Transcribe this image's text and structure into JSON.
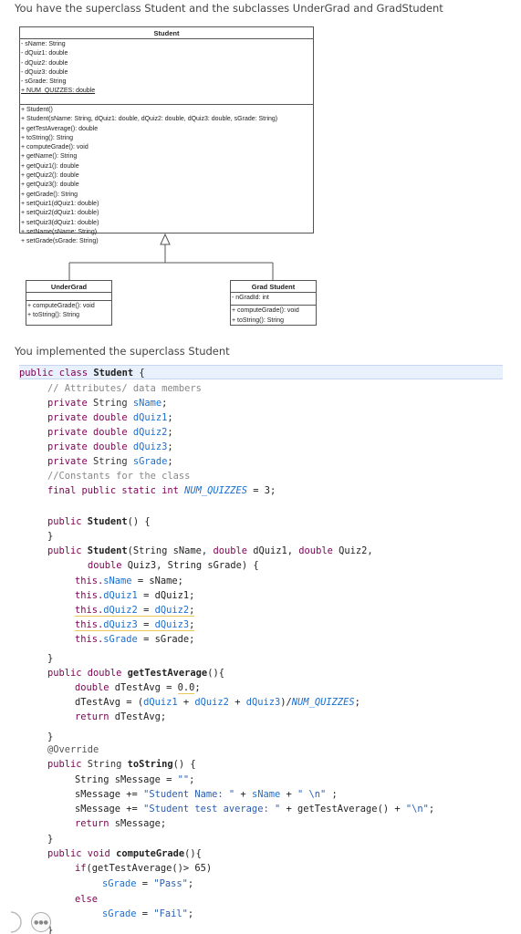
{
  "intro_text": "You have the superclass Student and the subclasses UnderGrad and GradStudent",
  "section_text": "You implemented the superclass Student",
  "uml": {
    "student": {
      "title": "Student",
      "attributes": [
        "- sName: String",
        "- dQuiz1: double",
        "- dQuiz2: double",
        "- dQuiz3: double",
        "- sGrade: String",
        "+ NUM_QUIZZES: double"
      ],
      "methods": [
        "+ Student()",
        "+ Student(sName: String, dQuiz1: double, dQuiz2: double, dQuiz3: double, sGrade: String)",
        "+ getTestAverage(): double",
        "+ toString(): String",
        "+ computeGrade(): void",
        "+ getName(): String",
        "+ getQuiz1(): double",
        "+ getQuiz2(): double",
        "+ getQuiz3(): double",
        "+ getGrade(): String",
        "+ setQuiz1(dQuiz1: double)",
        "+ setQuiz2(dQuiz1: double)",
        "+ setQuiz3(dQuiz1: double)",
        "+ setName(sName: String)",
        "+ setGrade(sGrade: String)"
      ]
    },
    "undergrad": {
      "title": "UnderGrad",
      "methods": [
        "+ computeGrade(): void",
        "+ toString(): String"
      ]
    },
    "grad": {
      "title": "Grad Student",
      "attributes": [
        "- nGradId: int"
      ],
      "methods": [
        "+ computeGrade(): void",
        "+ toString(): String"
      ]
    }
  },
  "code": {
    "l01": [
      "public class ",
      "Student",
      " {"
    ],
    "l02": [
      "// Attributes/ data members"
    ],
    "l03": [
      "private ",
      "String ",
      "sName",
      ";"
    ],
    "l04": [
      "private ",
      "double ",
      "dQuiz1",
      ";"
    ],
    "l05": [
      "private ",
      "double ",
      "dQuiz2",
      ";"
    ],
    "l06": [
      "private ",
      "double ",
      "dQuiz3",
      ";"
    ],
    "l07": [
      "private ",
      "String ",
      "sGrade",
      ";"
    ],
    "l08": [
      "//Constants for the class"
    ],
    "l09": [
      "final public static int ",
      "NUM_QUIZZES",
      " = 3;"
    ],
    "l10": [
      "public ",
      "Student",
      "() {"
    ],
    "l11": [
      "}"
    ],
    "l12": [
      "public ",
      "Student",
      "(String sName, ",
      "double",
      " dQuiz1, ",
      "double",
      " Quiz2,"
    ],
    "l13": [
      "double",
      " Quiz3, String sGrade) {"
    ],
    "l14": [
      "this.",
      "sName",
      " = sName;"
    ],
    "l15": [
      "this.",
      "dQuiz1",
      " = dQuiz1;"
    ],
    "l16": [
      "this.",
      "dQuiz2",
      " = ",
      "dQuiz2",
      ";"
    ],
    "l17": [
      "this.",
      "dQuiz3",
      " = ",
      "dQuiz3",
      ";"
    ],
    "l18": [
      "this.",
      "sGrade",
      " = sGrade;"
    ],
    "l19": [
      "}"
    ],
    "l20": [
      "public double ",
      "getTestAverage",
      "(){"
    ],
    "l21": [
      "double",
      " dTestAvg = ",
      "0.0",
      ";"
    ],
    "l22": [
      "dTestAvg = (",
      "dQuiz1",
      " + ",
      "dQuiz2",
      " + ",
      "dQuiz3",
      ")/",
      "NUM_QUIZZES",
      ";"
    ],
    "l23": [
      "return",
      " dTestAvg;"
    ],
    "l24": [
      "}"
    ],
    "l25": [
      "@Override"
    ],
    "l26": [
      "public ",
      "String ",
      "toString",
      "() {"
    ],
    "l27": [
      "String sMessage = ",
      "\"\"",
      ";"
    ],
    "l28": [
      "sMessage += ",
      "\"Student Name: \"",
      " + ",
      "sName",
      " + ",
      "\" \\n\"",
      " ;"
    ],
    "l29": [
      "sMessage += ",
      "\"Student test average: \"",
      " + getTestAverage() + ",
      "\"\\n\"",
      ";"
    ],
    "l30": [
      "return",
      " sMessage;"
    ],
    "l31": [
      "}"
    ],
    "l32": [
      "public void ",
      "computeGrade",
      "(){"
    ],
    "l33": [
      "if",
      "(getTestAverage()> 65)"
    ],
    "l34": [
      "sGrade",
      " = ",
      "\"Pass\"",
      ";"
    ],
    "l35": [
      "else"
    ],
    "l36": [
      "sGrade",
      " = ",
      "\"Fail\"",
      ";"
    ],
    "l37": [
      "}"
    ]
  },
  "colors": {
    "keyword": "#7f0055",
    "field": "#1a6fd0",
    "comment": "#888888",
    "string": "#2a5db0",
    "highlight": "#e8f0fb"
  },
  "icons": [
    "gutter-marker-icon",
    "code-folding-icon"
  ]
}
